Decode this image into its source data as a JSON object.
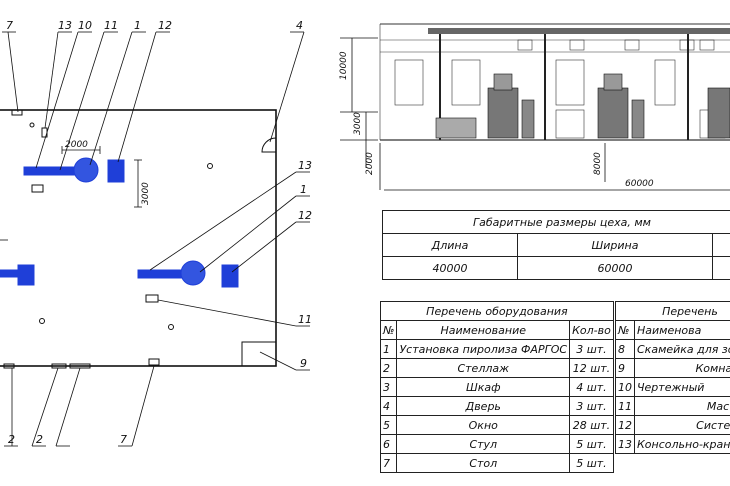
{
  "floorplan": {
    "dim_horizontal": "2000",
    "dim_vertical": "3000",
    "callouts_top": [
      "7",
      "13",
      "10",
      "11",
      "1",
      "12"
    ],
    "callout_right_top": "4",
    "callouts_right_mid": [
      "13",
      "1",
      "12"
    ],
    "callout_right_11": "11",
    "callout_right_9": "9",
    "callouts_bottom": [
      "2",
      "2",
      "7"
    ]
  },
  "elevation": {
    "height_dims": [
      "10000",
      "3000",
      "2000"
    ],
    "dim_8000": "8000",
    "dim_length": "60000"
  },
  "dimensions_table": {
    "title": "Габаритные размеры цеха, мм",
    "headers": [
      "Длина",
      "Ширина"
    ],
    "values": [
      "40000",
      "60000"
    ]
  },
  "equipment_table": {
    "title": "Перечень оборудования",
    "headers": [
      "№",
      "Наименование",
      "Кол-во"
    ],
    "rows": [
      [
        "1",
        "Установка пиролиза ФАРГОС",
        "3 шт."
      ],
      [
        "2",
        "Стеллаж",
        "12 шт."
      ],
      [
        "3",
        "Шкаф",
        "4 шт."
      ],
      [
        "4",
        "Дверь",
        "3 шт."
      ],
      [
        "5",
        "Окно",
        "28 шт."
      ],
      [
        "6",
        "Стул",
        "5 шт."
      ],
      [
        "7",
        "Стол",
        "5 шт."
      ]
    ]
  },
  "equipment_table_2": {
    "title": "Перечень",
    "headers": [
      "№",
      "Наименова"
    ],
    "rows": [
      [
        "8",
        "Скамейка для зон"
      ],
      [
        "9",
        "Комната от"
      ],
      [
        "10",
        "Чертежный"
      ],
      [
        "11",
        "Мастерск"
      ],
      [
        "12",
        "Система оч"
      ],
      [
        "13",
        "Консольно-кранова"
      ]
    ]
  },
  "colors": {
    "equipment": "#1f3fd8",
    "lines": "#111111"
  }
}
